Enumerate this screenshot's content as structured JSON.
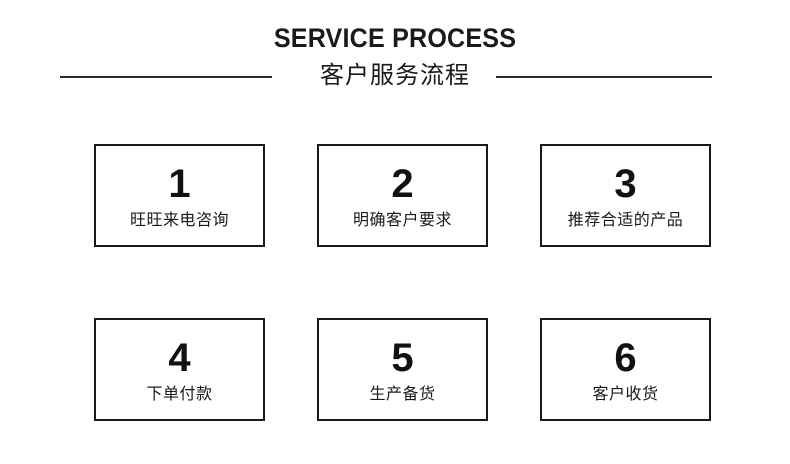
{
  "header": {
    "title_en": "SERVICE PROCESS",
    "title_cn": "客户服务流程",
    "rule_color": "#2b2b2b"
  },
  "theme": {
    "background": "#ffffff",
    "text": "#1a1a1a",
    "border": "#1a1a1a"
  },
  "steps": [
    {
      "number": "1",
      "label": "旺旺来电咨询"
    },
    {
      "number": "2",
      "label": "明确客户要求"
    },
    {
      "number": "3",
      "label": "推荐合适的产品"
    },
    {
      "number": "4",
      "label": "下单付款"
    },
    {
      "number": "5",
      "label": "生产备货"
    },
    {
      "number": "6",
      "label": "客户收货"
    }
  ]
}
